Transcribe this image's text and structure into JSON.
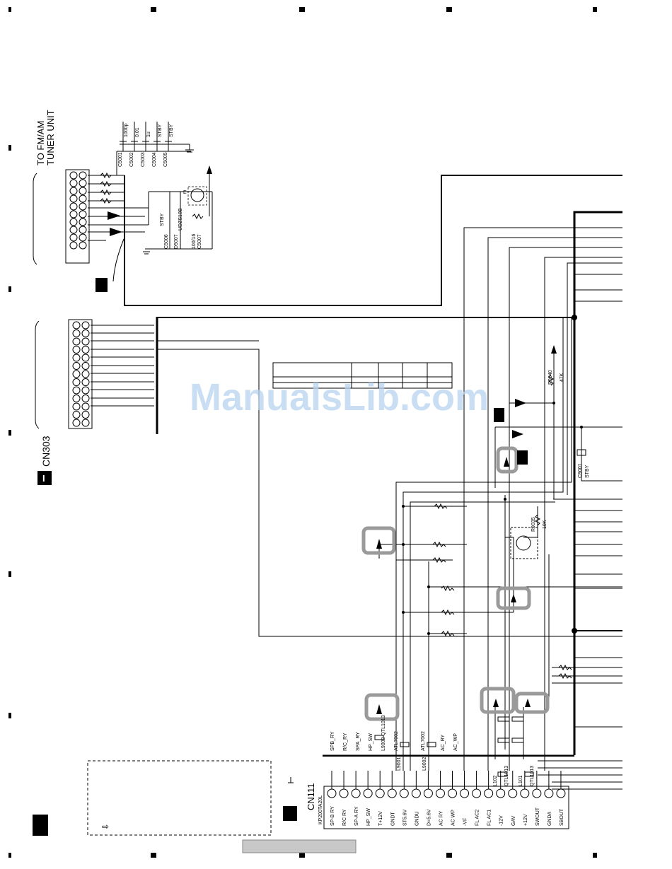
{
  "watermark": "ManualsLib.com",
  "tuner": {
    "title_line1": "TO FM/AM",
    "title_line2": "TUNER UNIT",
    "capacitors": [
      {
        "ref": "C5001",
        "value": "1000p"
      },
      {
        "ref": "C5002",
        "value": "0.01"
      },
      {
        "ref": "C5003",
        "value": "1u"
      },
      {
        "ref": "C5004",
        "value": "STBY"
      },
      {
        "ref": "C5005",
        "value": "STBY"
      }
    ],
    "c5006_value": "STBY",
    "c5006_ref": "C5006",
    "d5007_ref": "D5007",
    "d5007_part": "UDZS10B",
    "c5007_ref": "C5007",
    "c5007_value": "100/16",
    "tr_label": "E"
  },
  "connectors": {
    "cn303_label": "CN303",
    "section_badge": "I",
    "cn111_label": "CN111",
    "cn111_part": "KP200TA20L"
  },
  "signals": {
    "top_labels": [
      "SPB_RY",
      "R/C_RY",
      "SPA_RY",
      "HP_SW",
      "L9002 QTL1013",
      "ATL7002",
      "ATL7002",
      "AC_RY",
      "AC_WP"
    ],
    "l9001": "L9001",
    "l9002": "L9002",
    "l102": "L102",
    "l102_part": "QTL1013",
    "l101": "L101",
    "l101_part": "QTL1013",
    "pins": [
      "SP-B RY",
      "R/C RY",
      "SP-A RY",
      "HP_SW",
      "T+12V",
      "GNDT",
      "ST5.6V",
      "GNDU",
      "D+5.6V",
      "AC RY",
      "AC WP",
      "-VF",
      "FL AC2",
      "FL AC1",
      "-12V",
      "GAV",
      "+12V",
      "SWOUT",
      "GNDA",
      "SBOUT"
    ]
  },
  "parts": {
    "r9040_ref": "R9040",
    "r9040_value": "47K",
    "r9035_ref": "R9035",
    "r9035_value": "10K",
    "c9001_ref": "C9001",
    "c9001_value": "STBY"
  },
  "legend_glyph": "⇨"
}
